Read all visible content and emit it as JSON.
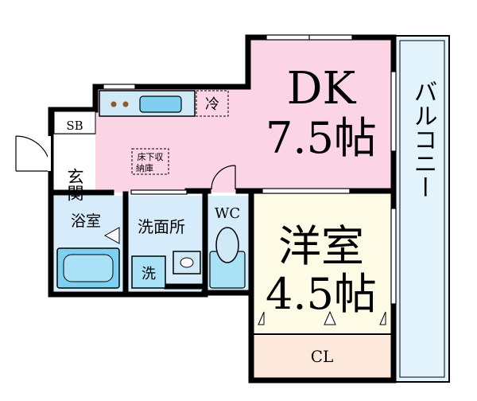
{
  "rooms": {
    "dk": {
      "name": "DK",
      "size": "7.5帖"
    },
    "western": {
      "name": "洋室",
      "size": "4.5帖"
    },
    "closet": "CL",
    "balcony": "バルコニー",
    "bath": "浴室",
    "washroom": "洗面所",
    "toilet": "WC",
    "entrance": "玄関",
    "shoe_box": "SB"
  },
  "fixtures": {
    "fridge": "冷",
    "storage_line1": "床下収",
    "storage_line2": "納庫",
    "washer": "洗"
  },
  "colors": {
    "dk": "#fbd5e6",
    "western": "#fdfbe6",
    "closet": "#fde9dc",
    "balcony": "#e2f3fc",
    "wet_area": "#d7ecfb",
    "walls": "#000000"
  }
}
